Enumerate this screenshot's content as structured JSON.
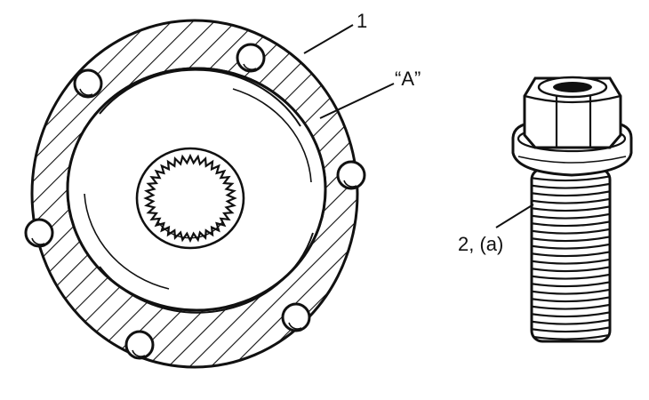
{
  "callouts": {
    "part_1": "1",
    "area_a": "“A”",
    "bolt": "2, (a)"
  },
  "colors": {
    "ink": "#111111",
    "paper": "#ffffff"
  }
}
